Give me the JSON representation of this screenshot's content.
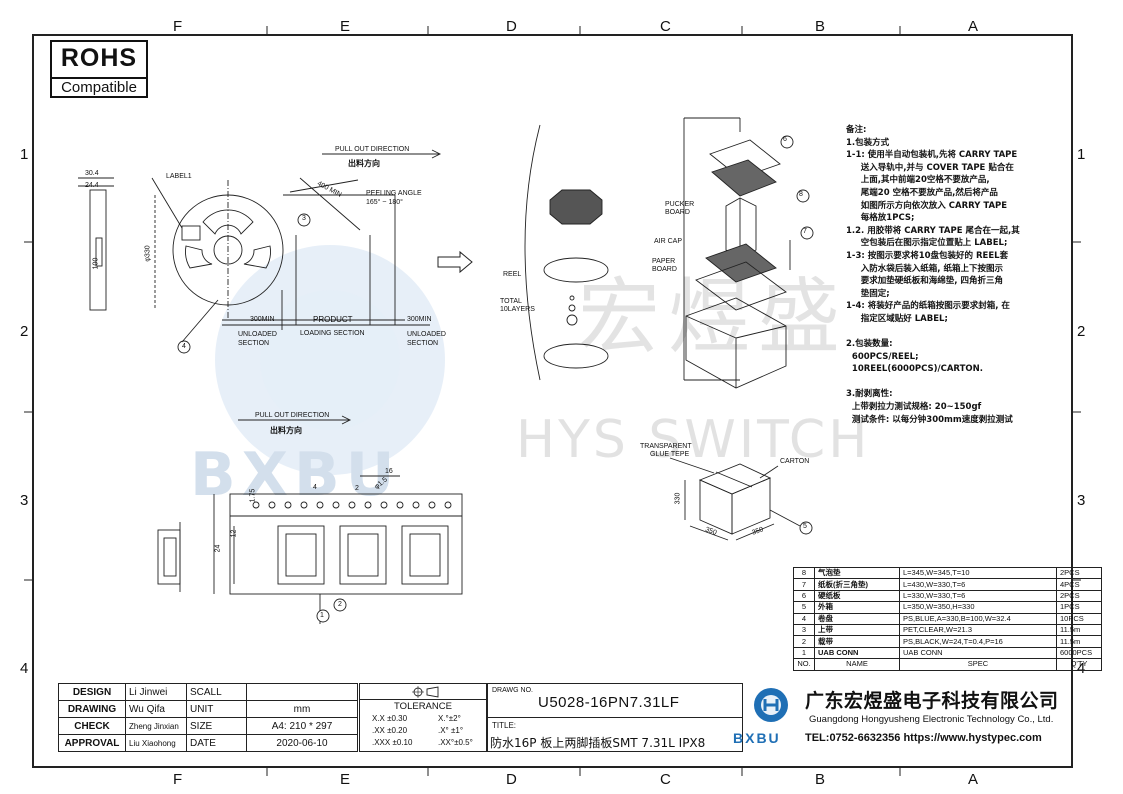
{
  "zones": {
    "columns": [
      "F",
      "E",
      "D",
      "C",
      "B",
      "A"
    ],
    "rows": [
      "1",
      "2",
      "3",
      "4"
    ]
  },
  "rohs": {
    "line1": "ROHS",
    "line2": "Compatible"
  },
  "watermark": {
    "brand_cn": "宏煜盛",
    "brand_en": "HYS SWITCH",
    "logo_text": "BXBU"
  },
  "reel_drawing": {
    "pull_out": "PULL OUT DIRECTION",
    "pull_out_cn": "出料方向",
    "peeling": "PEELING ANGLE",
    "peeling_range": "165° ~ 180°",
    "dim_400": "400 MIN",
    "label": "LABEL1",
    "dim_30_4": "30.4",
    "dim_24_4": "24.4",
    "dim_100": "100",
    "dim_330": "φ330",
    "seg1_len": "300MIN",
    "seg2_len": "PRODUCT",
    "seg3_len": "300MIN",
    "seg1_name": "UNLOADED SECTION",
    "seg2_name": "LOADING SECTION",
    "seg3_name": "UNLOADED SECTION",
    "callouts": [
      "1",
      "2",
      "3",
      "4",
      "5",
      "6",
      "7",
      "8"
    ]
  },
  "tape_drawing": {
    "pull_out": "PULL OUT DIRECTION",
    "pull_out_cn": "出料方向",
    "dim_16": "16",
    "dim_4": "4",
    "dim_2": "2",
    "dim_1_5": "φ1.5",
    "dim_1_75": "1.75",
    "dim_24": "24",
    "dim_12": "12"
  },
  "stack_drawing": {
    "reel": "REEL",
    "total": "TOTAL",
    "layers": "10LAYERS",
    "pucker": "PUCKER",
    "board": "BOARD",
    "air_cap": "AIR CAP",
    "paper": "PAPER",
    "paper_board": "BOARD"
  },
  "carton_drawing": {
    "glue": "TRANSPARENT",
    "glue2": "GLUE TEPE",
    "carton": "CARTON",
    "dim_330": "330",
    "dim_350a": "350",
    "dim_350b": "350"
  },
  "notes": {
    "text": "备注:\n1.包装方式\n1-1: 使用半自动包装机,先将 CARRY TAPE\n     送入导轨中,并与 COVER TAPE 贴合在\n     上面,其中前端20空格不要放产品,\n     尾端20 空格不要放产品,然后将产品\n     如图所示方向依次放入 CARRY TAPE\n     每格放1PCS;\n1.2. 用胶带将 CARRY TAPE 尾合在一起,其\n     空包装后在图示指定位置贴上 LABEL;\n1-3: 按图示要求将10盘包装好的 REEL套\n     入防水袋后装入纸箱, 纸箱上下按图示\n     要求加垫硬纸板和海绵垫, 四角折三角\n     垫固定;\n1-4: 将装好产品的纸箱按图示要求封箱, 在\n     指定区域贴好 LABEL;\n\n2.包装数量:\n  600PCS/REEL;\n  10REEL(6000PCS)/CARTON.\n\n3.耐剥离性:\n  上带剥拉力测试规格: 20~150gf\n  测试条件: 以每分钟300mm速度剥拉测试"
  },
  "bom": {
    "rows": [
      {
        "no": "8",
        "name": "气泡垫",
        "spec": "L=345,W=345,T=10",
        "qty": "2PCS"
      },
      {
        "no": "7",
        "name": "纸板(折三角垫)",
        "spec": "L=430,W=330,T=6",
        "qty": "4PCS"
      },
      {
        "no": "6",
        "name": "硬纸板",
        "spec": "L=330,W=330,T=6",
        "qty": "2PCS"
      },
      {
        "no": "5",
        "name": "外箱",
        "spec": "L=350,W=350,H=330",
        "qty": "1PCS"
      },
      {
        "no": "4",
        "name": "卷盘",
        "spec": "PS,BLUE,A=330,B=100,W=32.4",
        "qty": "10PCS"
      },
      {
        "no": "3",
        "name": "上带",
        "spec": "PET,CLEAR,W=21.3",
        "qty": "11.5m"
      },
      {
        "no": "2",
        "name": "载带",
        "spec": "PS,BLACK,W=24,T=0.4,P=16",
        "qty": "11.5m"
      },
      {
        "no": "1",
        "name": "UAB CONN",
        "spec": "UAB CONN",
        "qty": "6000PCS"
      }
    ],
    "header": {
      "no": "NO.",
      "name": "NAME",
      "spec": "SPEC",
      "qty": "Q'TY"
    }
  },
  "title_block": {
    "design_label": "DESIGN",
    "design_name": "Li Jinwei",
    "drawing_label": "DRAWING",
    "drawing_name": "Wu Qifa",
    "check_label": "CHECK",
    "check_name": "Zheng Jinxian",
    "approval_label": "APPROVAL",
    "approval_name": "Liu Xiaohong",
    "scall_label": "SCALL",
    "unit_label": "UNIT",
    "size_label": "SIZE",
    "date_label": "DATE",
    "unit_value": "mm",
    "size_value": "A4: 210 * 297",
    "date_value": "2020-06-10",
    "tolerance": "TOLERANCE",
    "tol_rows": [
      {
        "a": "X.X  ±0.30",
        "b": "X.°±2°"
      },
      {
        "a": ".XX  ±0.20",
        "b": ".X° ±1°"
      },
      {
        "a": ".XXX ±0.10",
        "b": ".XX°±0.5°"
      }
    ],
    "drawg_no_label": "DRAWG NO.",
    "drawg_no": "U5028-16PN7.31LF",
    "title_label": "TITLE:",
    "title": "防水16P 板上两脚插板SMT 7.31L IPX8",
    "company_cn": "广东宏煜盛电子科技有限公司",
    "company_en": "Guangdong Hongyusheng Electronic Technology Co., Ltd.",
    "contact": "TEL:0752-6632356  https://www.hystypec.com",
    "logo_text": "BXBU"
  }
}
